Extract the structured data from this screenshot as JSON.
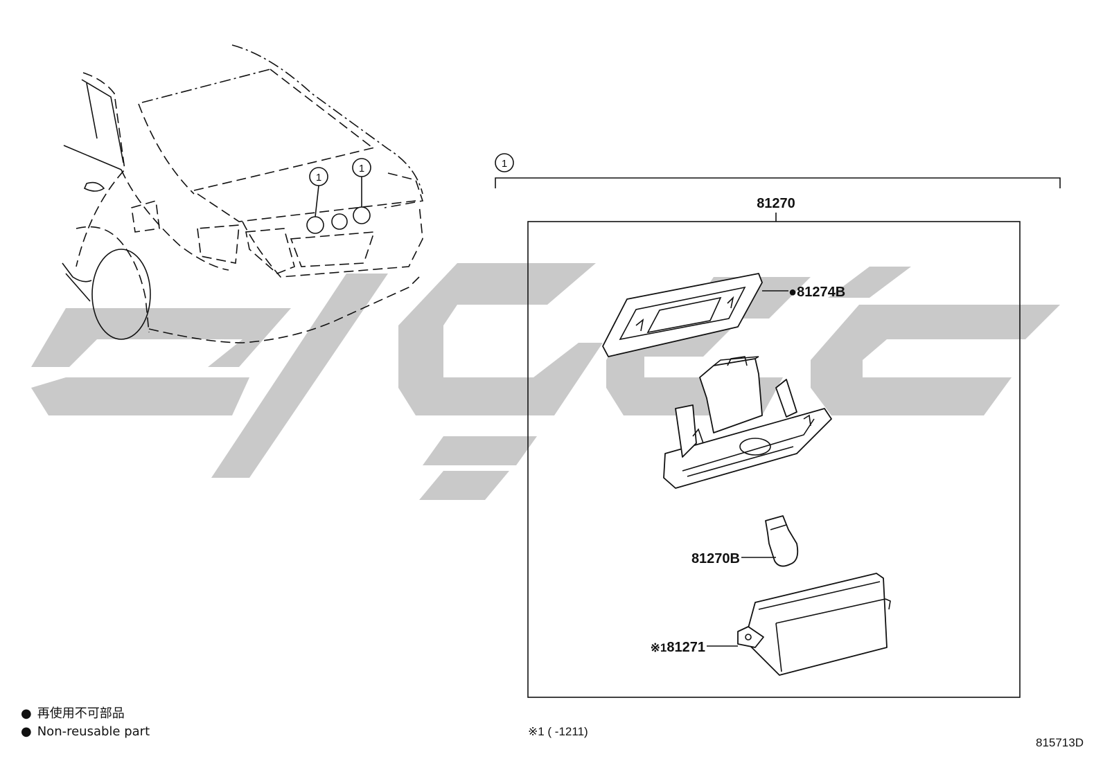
{
  "diagram": {
    "callout_number": "1",
    "assembly": {
      "part_no": "81270"
    },
    "parts": [
      {
        "id": "gasket",
        "part_no": "81274B",
        "marker": "●"
      },
      {
        "id": "bulb",
        "part_no": "81270B",
        "marker": ""
      },
      {
        "id": "lens",
        "part_no": "81271",
        "marker": "※1"
      }
    ],
    "footnote": "※1 (      -1211)",
    "legend": [
      {
        "symbol": "●",
        "text": "再使用不可部品"
      },
      {
        "symbol": "●",
        "text": "Non-reusable part"
      }
    ],
    "drawing_no": "815713D"
  }
}
